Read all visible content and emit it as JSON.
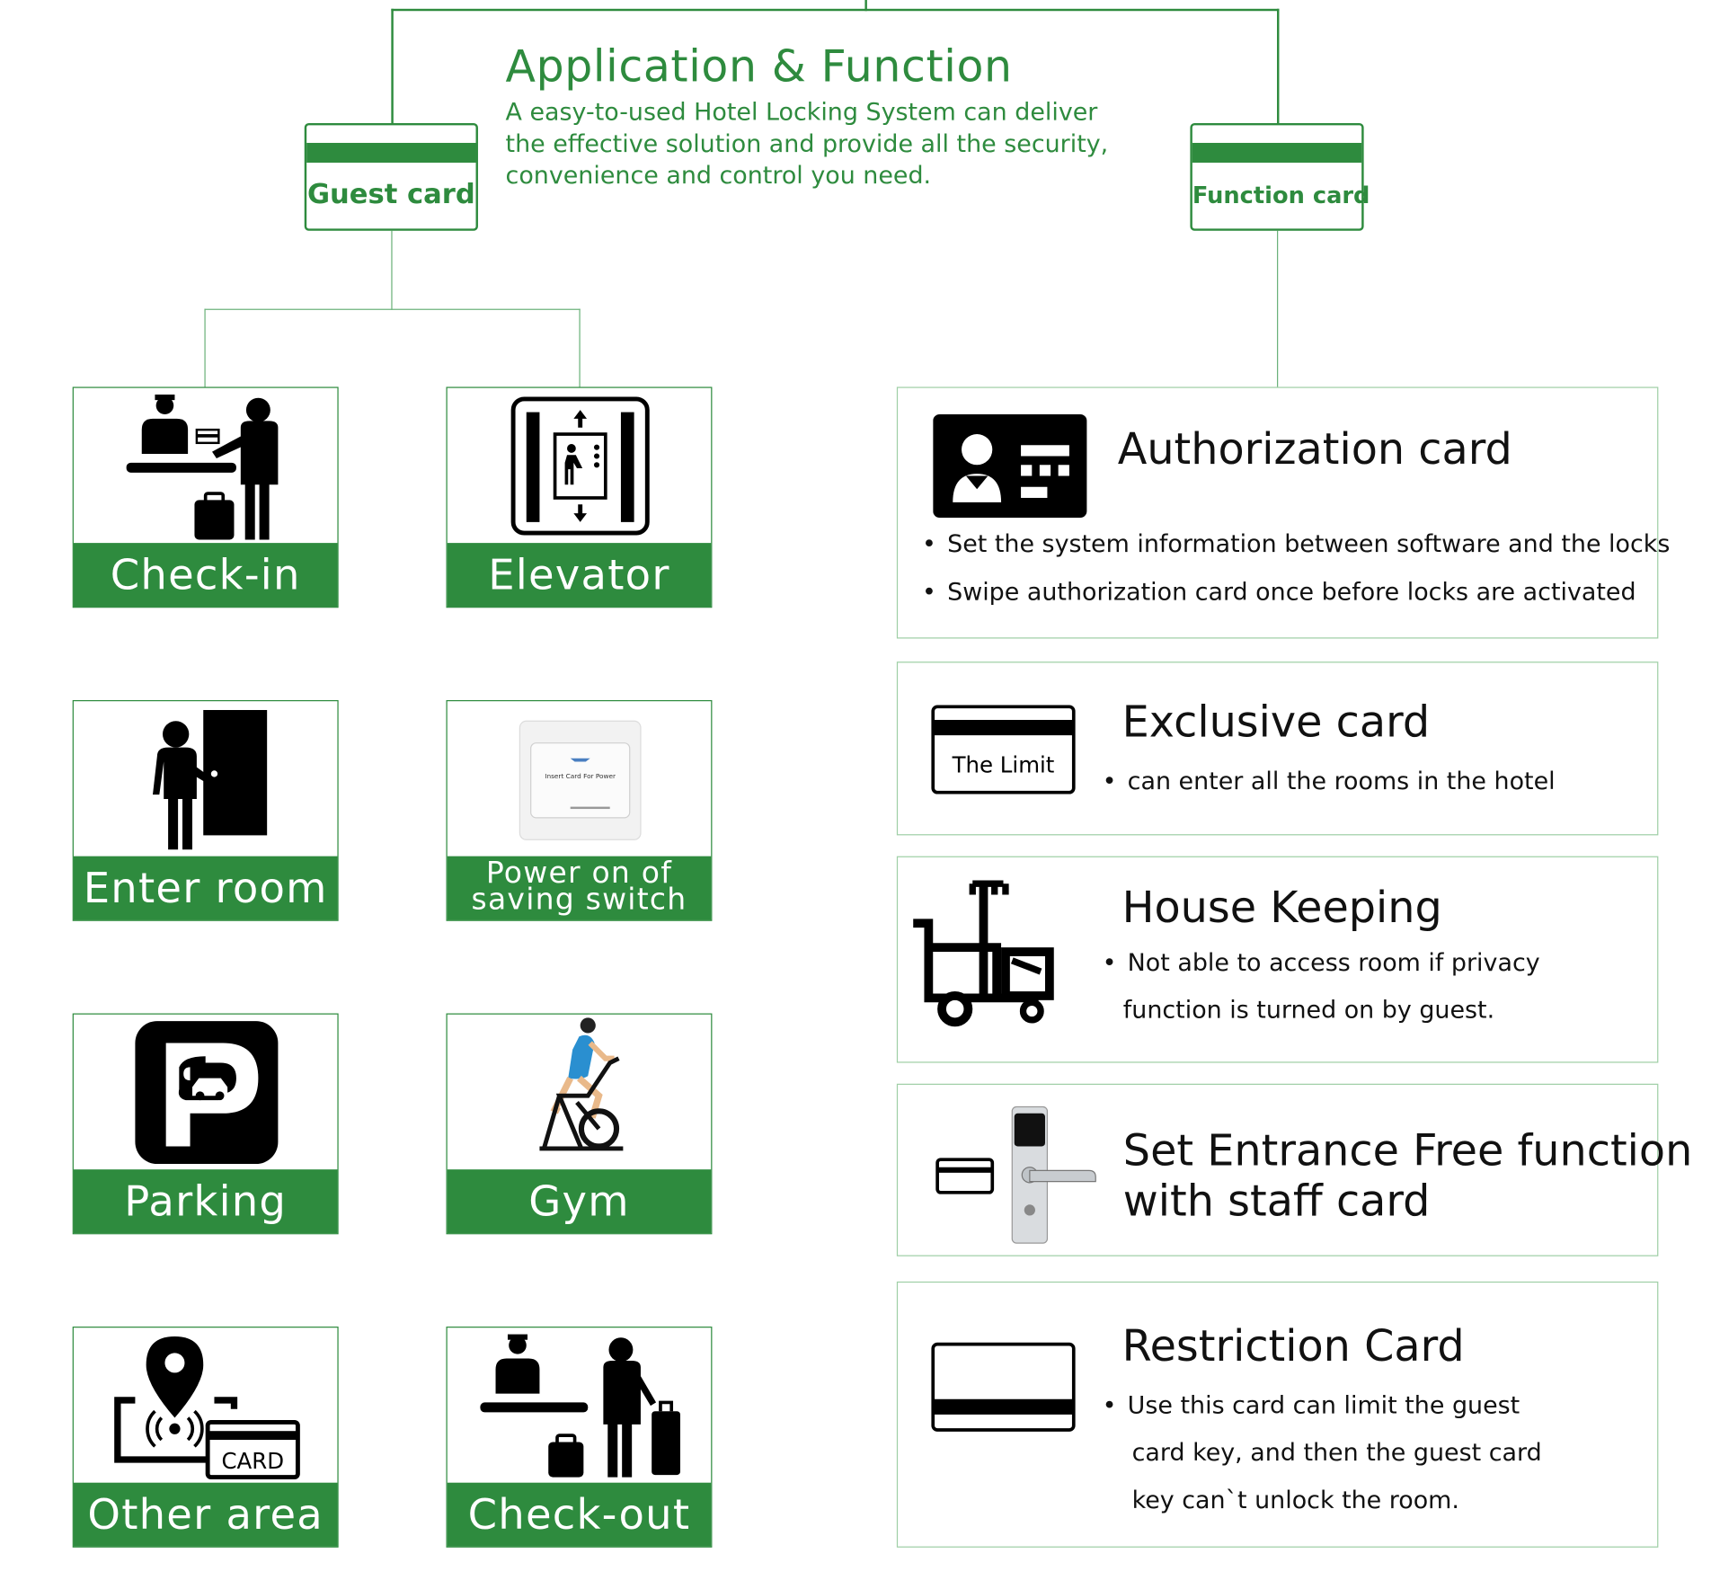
{
  "header": {
    "title": "Application & Function",
    "intro_lines": [
      "A easy-to-used Hotel Locking System can deliver",
      "the effective solution and provide all the security,",
      "convenience and control you need."
    ]
  },
  "cards": {
    "guest": "Guest card",
    "function": "Function card"
  },
  "guest_tiles": [
    {
      "label": "Check-in",
      "icon": "check-in-icon"
    },
    {
      "label": "Elevator",
      "icon": "elevator-icon"
    },
    {
      "label": "Enter room",
      "icon": "enter-room-icon"
    },
    {
      "label_lines": [
        "Power on of",
        "saving switch"
      ],
      "icon": "power-switch-icon",
      "switch_caption": "Insert Card For Power"
    },
    {
      "label": "Parking",
      "icon": "parking-icon"
    },
    {
      "label": "Gym",
      "icon": "gym-icon"
    },
    {
      "label": "Other area",
      "icon": "other-area-icon",
      "icon_text": "CARD"
    },
    {
      "label": "Check-out",
      "icon": "check-out-icon"
    }
  ],
  "functions": [
    {
      "title": "Authorization card",
      "icon": "authorization-card-icon",
      "bullets": [
        "Set the system information between software and the locks",
        "Swipe authorization card once before locks are activated"
      ]
    },
    {
      "title": "Exclusive card",
      "icon": "exclusive-card-icon",
      "icon_text": "The Limit",
      "bullets": [
        "can enter all the rooms in the hotel"
      ]
    },
    {
      "title": "House Keeping",
      "icon": "housekeeping-cart-icon",
      "lines": [
        "Not able to access room if privacy",
        "function is turned on by guest."
      ]
    },
    {
      "title_lines": [
        "Set Entrance Free function",
        "with staff card"
      ],
      "icon": "door-lock-icon"
    },
    {
      "title": "Restriction Card",
      "icon": "restriction-card-icon",
      "lines": [
        "Use this card can limit the guest",
        "card key, and then the guest card",
        "key can`t unlock the room."
      ]
    }
  ],
  "colors": {
    "brand_green": "#2e8b3e",
    "box_border": "#9fcfa6",
    "text": "#111111"
  }
}
